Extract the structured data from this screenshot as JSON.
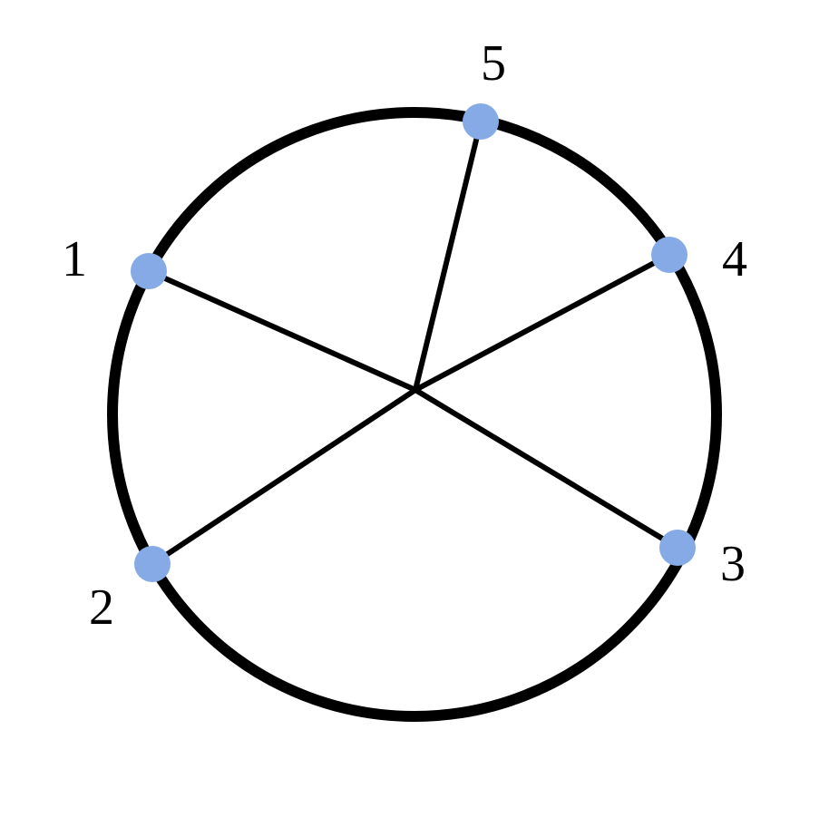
{
  "diagram": {
    "node_color": "#86aae6",
    "line_color": "#000000",
    "nodes": [
      {
        "id": "1",
        "label": "1"
      },
      {
        "id": "2",
        "label": "2"
      },
      {
        "id": "3",
        "label": "3"
      },
      {
        "id": "4",
        "label": "4"
      },
      {
        "id": "5",
        "label": "5"
      }
    ],
    "edges": [
      {
        "from": "center",
        "to": "1"
      },
      {
        "from": "center",
        "to": "2"
      },
      {
        "from": "center",
        "to": "3"
      },
      {
        "from": "center",
        "to": "4"
      },
      {
        "from": "center",
        "to": "5"
      }
    ]
  }
}
